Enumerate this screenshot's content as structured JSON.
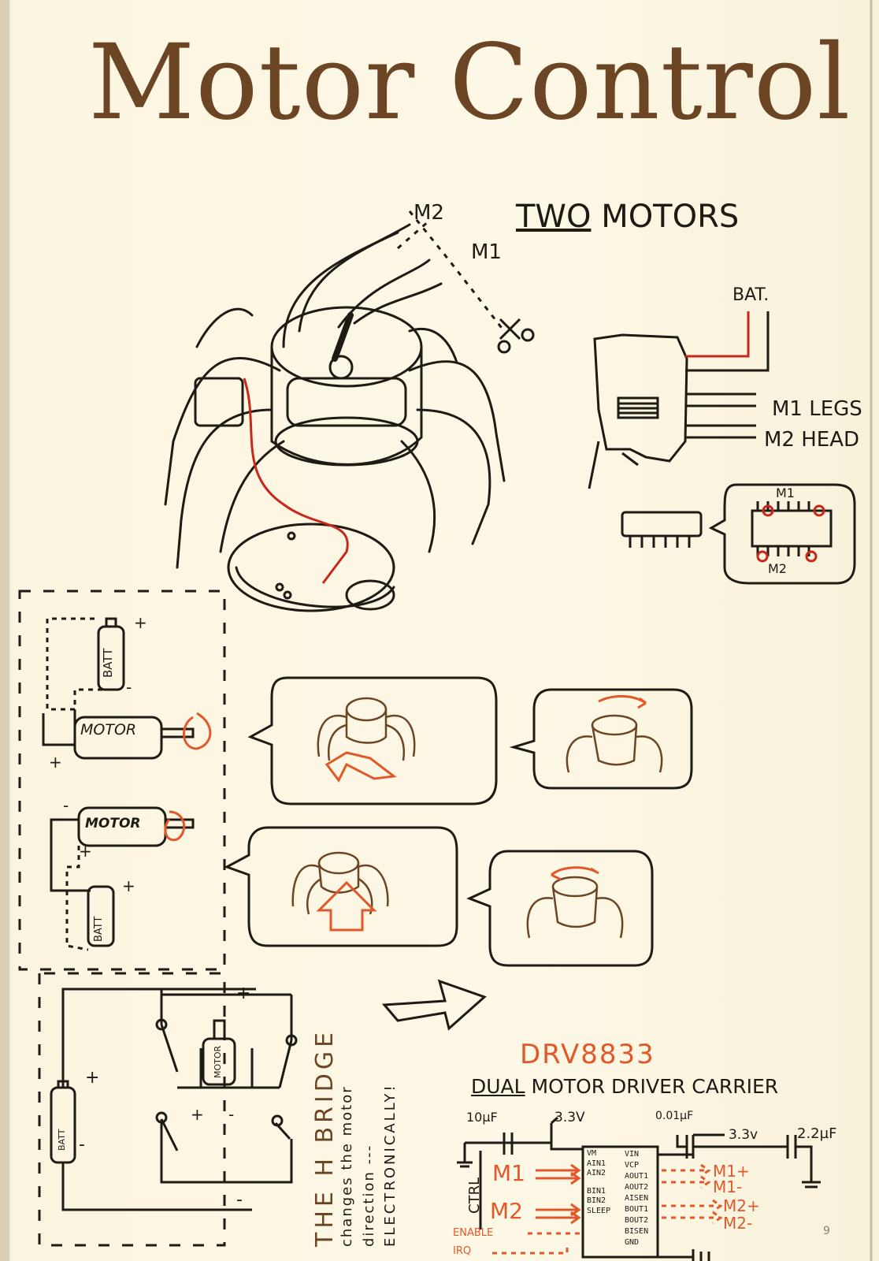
{
  "page": {
    "title": "Motor Control",
    "page_number": "9"
  },
  "top_sketch": {
    "two_motors_underlined": "TWO",
    "two_motors_rest": "MOTORS",
    "wire_label_m2": "M2",
    "wire_label_m1": "M1",
    "battery_label": "BAT.",
    "m1_legs": "M1 LEGS",
    "m2_head": "M2 HEAD",
    "chip_top": "M1",
    "chip_bottom": "M2"
  },
  "left_diagrams": {
    "battery_top": "BATT",
    "motor_top": "MOTOR",
    "battery_bottom": "BATT",
    "motor_bottom": "MOTOR",
    "plus": "+",
    "minus": "-"
  },
  "h_bridge": {
    "motor_label": "MOTOR",
    "battery_label": "BATT",
    "caption_line1": "THE H BRIDGE",
    "caption_line2": "changes the motor",
    "caption_line3": "direction ---",
    "caption_line4": "ELECTRONICALLY!"
  },
  "driver": {
    "part_number": "DRV8833",
    "subtitle_underlined": "DUAL",
    "subtitle_rest": "MOTOR DRIVER CARRIER",
    "cap1": "10µF",
    "v1": "3.3V",
    "cap2": "0.01µF",
    "v2": "3.3v",
    "cap3": "2.2µF",
    "ctrl": "CTRL",
    "m1": "M1",
    "m2": "M2",
    "enable": "ENABLE",
    "irq": "IRQ",
    "pins_left": [
      "VM",
      "AIN1",
      "AIN2",
      "BIN1",
      "BIN2",
      "SLEEP"
    ],
    "pins_right": [
      "VIN",
      "VCP",
      "AOUT1",
      "AOUT2",
      "AISEN",
      "BOUT1",
      "BOUT2",
      "BISEN",
      "GND"
    ],
    "out_m1p": "M1+",
    "out_m1n": "M1-",
    "out_m2p": "M2+",
    "out_m2n": "M2-"
  },
  "colors": {
    "ink": "#1e1a14",
    "brown": "#6b4524",
    "orange": "#e1592a",
    "red_wire": "#c8271b",
    "paper": "#fcf6e2"
  }
}
